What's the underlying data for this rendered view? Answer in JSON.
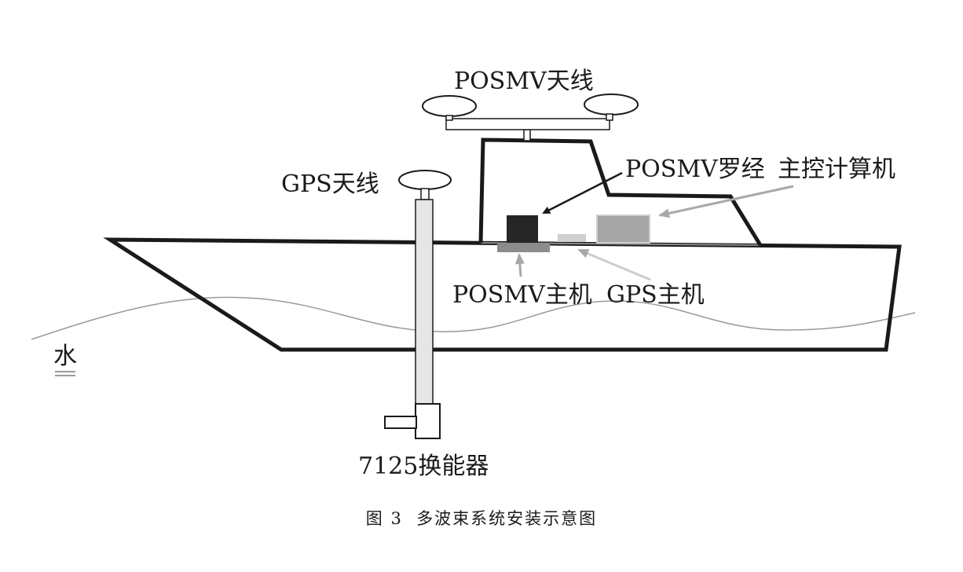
{
  "labels": {
    "posmv_antenna": "POSMV天线",
    "gps_antenna": "GPS天线",
    "posmv_compass": "POSMV罗经",
    "main_computer": "主控计算机",
    "posmv_host": "POSMV主机",
    "gps_host": "GPS主机",
    "water": "水",
    "transducer": "7125换能器"
  },
  "caption": "图 3  多波束系统安装示意图",
  "colors": {
    "outline": "#1a1a1a",
    "posmv_compass_box": "#262626",
    "main_computer_box": "#a6a6a6",
    "gps_host_box": "#d0d0d0",
    "posmv_host_box": "#8c8c8c",
    "water_line": "#9a9a9a",
    "pole": "#e6e6e6",
    "gray_arrow": "#a8a8a8"
  }
}
